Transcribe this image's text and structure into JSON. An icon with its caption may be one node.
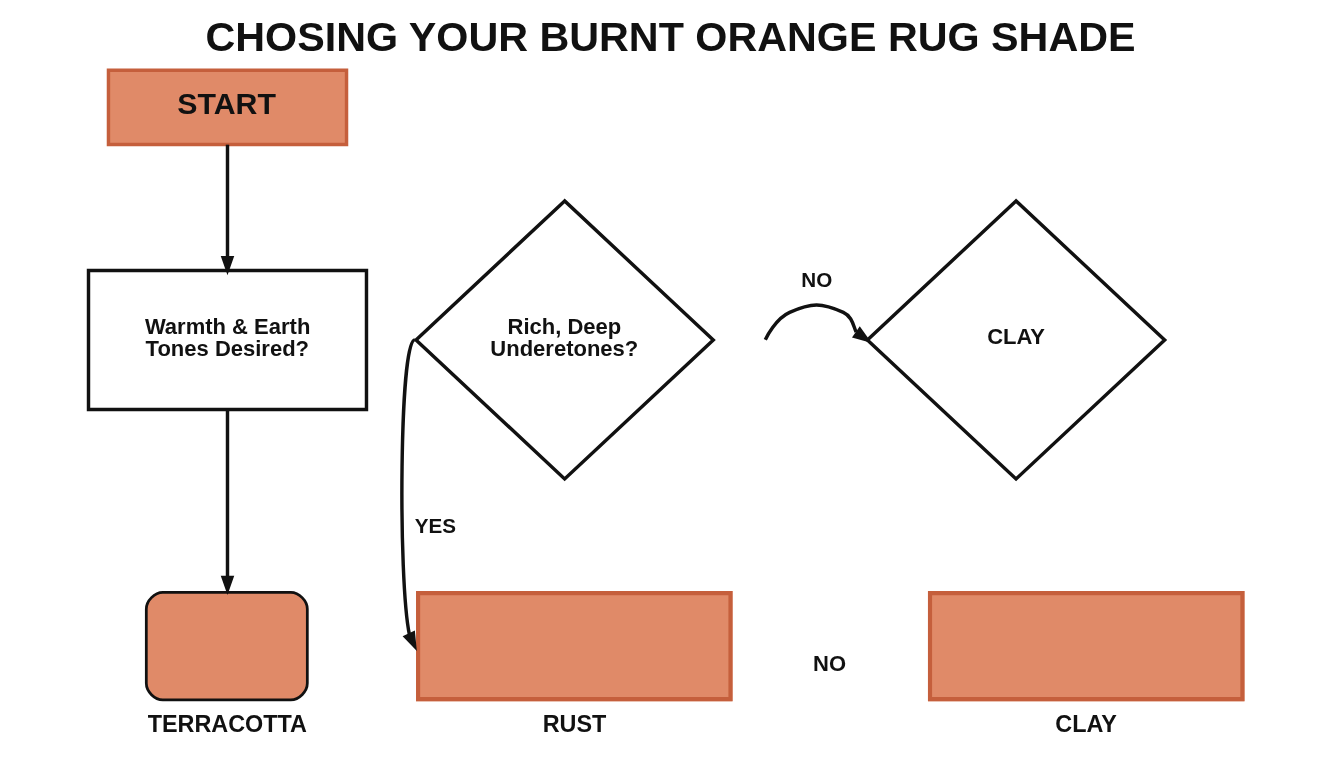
{
  "diagram": {
    "title": "CHOSING YOUR BURNT ORANGE RUG SHADE",
    "nodes": [
      {
        "text": [
          "START"
        ]
      },
      {
        "text": [
          "Warmth & Earth Tones Desired?"
        ]
      },
      {
        "text": [
          "TERRACOTTA"
        ]
      },
      {
        "text": [
          "Rich, Deep Underetones?"
        ]
      },
      {
        "text": [
          "RUST"
        ]
      },
      {
        "text": [
          "CLAY"
        ]
      },
      {
        "text": [
          "CLAY"
        ]
      }
    ],
    "edges": [
      {
        "from": 0,
        "to": 1,
        "arrow": "to"
      },
      {
        "from": 1,
        "to": 2,
        "arrow": "to"
      },
      {
        "from": 3,
        "to": 4,
        "arrow": "to",
        "label": "YES"
      },
      {
        "from": null,
        "to": 5,
        "arrow": "to",
        "label": "NO"
      }
    ],
    "labels": [
      "NO"
    ]
  }
}
